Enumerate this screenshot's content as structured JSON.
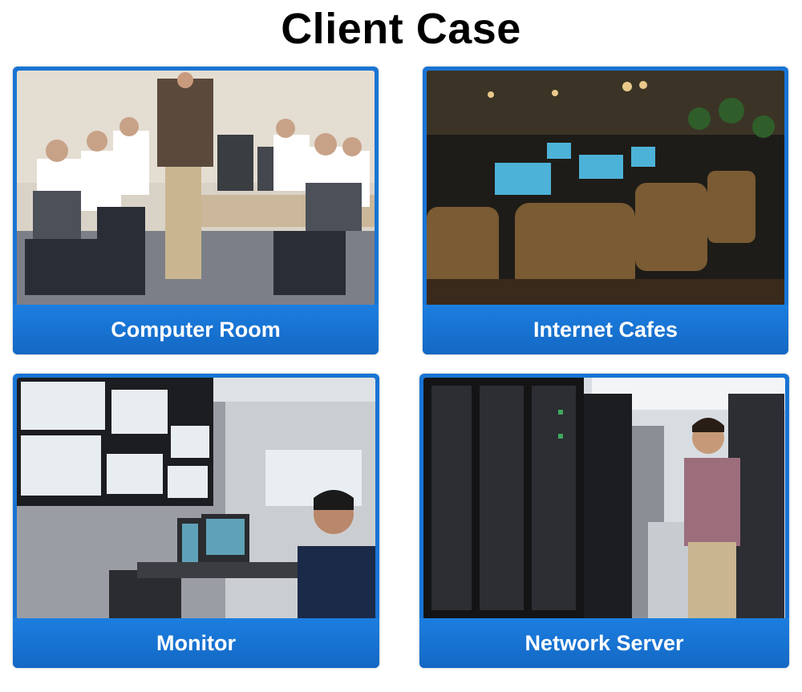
{
  "title": "Client Case",
  "cards": [
    {
      "label": "Computer Room",
      "image": "computer-room-photo"
    },
    {
      "label": "Internet Cafes",
      "image": "internet-cafe-photo"
    },
    {
      "label": "Monitor",
      "image": "monitoring-room-photo"
    },
    {
      "label": "Network Server",
      "image": "server-room-photo"
    }
  ],
  "colors": {
    "accent": "#1874d4",
    "caption_text": "#ffffff",
    "title_text": "#000000"
  }
}
